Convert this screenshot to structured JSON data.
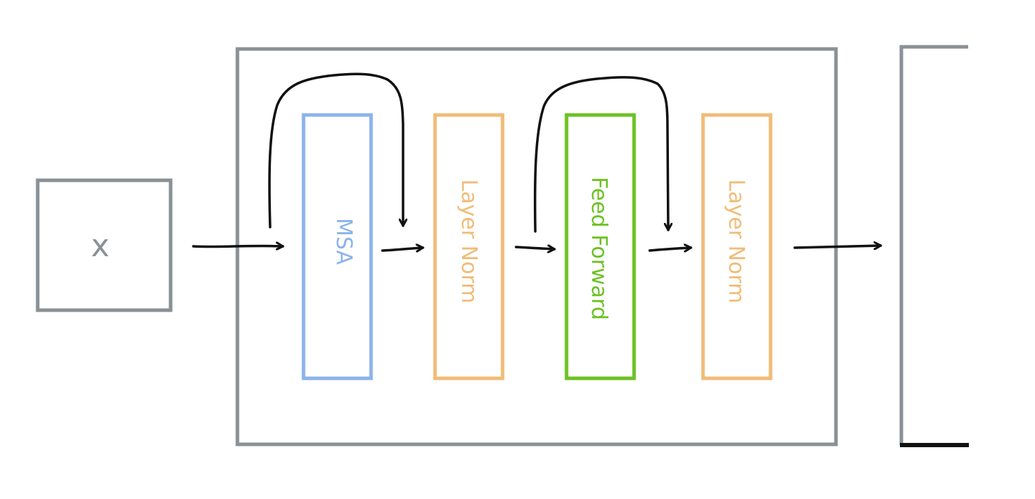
{
  "input": {
    "label": "x"
  },
  "blocks": [
    {
      "id": "msa",
      "label": "MSA",
      "color": "#8cb4ea"
    },
    {
      "id": "norm1",
      "label": "Layer Norm",
      "color": "#f0bc78"
    },
    {
      "id": "ffn",
      "label": "Feed Forward",
      "color": "#6cc222"
    },
    {
      "id": "norm2",
      "label": "Layer Norm",
      "color": "#f0bc78"
    }
  ],
  "colors": {
    "frame": "#8a9196",
    "arrow": "#111111"
  }
}
